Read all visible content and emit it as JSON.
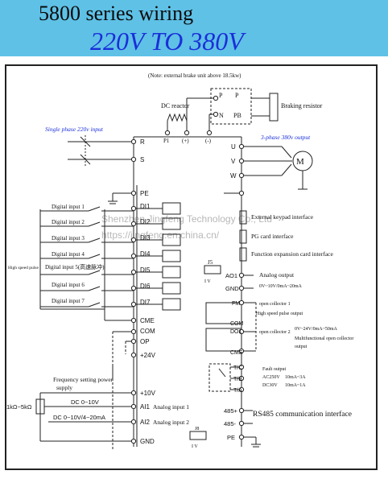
{
  "title_line1": "5800 series wiring",
  "title_line2": "220V TO 380V",
  "note": "(Note: external brake unit above 18.5kw)",
  "dc_reactor": "DC reactor",
  "braking_resistor": "Braking resistor",
  "single_phase_input": "Single phase 220v input",
  "three_phase_output": "3-phase 380v output",
  "watermark_line1": "Shenzhen Jingfeng Technology Co., Ltd",
  "watermark_line2": "https://jingfeng.en.china.cn/",
  "terminals": {
    "P_top": "P",
    "P_right": "P",
    "N": "N",
    "PB": "PB",
    "P1": "P1",
    "plus": "(+)",
    "minus": "(-)",
    "R": "R",
    "S": "S",
    "U": "U",
    "V": "V",
    "W": "W",
    "PE": "PE",
    "DI1": "DI1",
    "DI2": "DI2",
    "DI3": "DI3",
    "DI4": "DI4",
    "DI5": "DI5",
    "DI6": "DI6",
    "DI7": "DI7",
    "CME1": "CME",
    "COM1": "COM",
    "OP": "OP",
    "plus24": "+24V",
    "plus10": "+10V",
    "AI1": "AI1",
    "AI2": "AI2",
    "GND1": "GND",
    "AO1": "AO1",
    "GND2": "GND",
    "FM": "FM",
    "COM2": "COM",
    "DO1": "DO1",
    "CME2": "CME",
    "TC": "T/C",
    "TB": "T/B",
    "TA": "T/A",
    "p485": "485+",
    "m485": "485-",
    "PE2": "PE"
  },
  "digital_inputs": [
    "Digital input  1",
    "Digital input  2",
    "Digital input  3",
    "Digital input  4",
    "Digital input  5(高速脉冲)",
    "Digital input  6",
    "Digital input  7"
  ],
  "high_speed_pulse": "High speed pulse",
  "freq_power_line1": "Frequency setting power",
  "freq_power_line2": "supply",
  "pot": "1kΩ~5kΩ",
  "dc_0_10": "DC 0~10V",
  "dc_0_10_4_20": "DC 0~10V/4~20mA",
  "analog_input1": "Analog input 1",
  "analog_input2": "Analog input 2",
  "j5": "J5",
  "j8": "J8",
  "jumper_iv": "I   V",
  "keypad": "External keypad interface",
  "pg_card": "PG card interface",
  "func_card": "Function expansion card interface",
  "analog_output": "Analog output",
  "analog_output_range": "0V~10V/0mA~20mA",
  "open_collector1": "open collector 1",
  "hs_pulse_output": "High speed pulse output",
  "open_collector2": "open collector 2",
  "oc_range": "0V~24V/0mA~50mA",
  "oc_multi_line1": "Multifunctional open collector",
  "oc_multi_line2": "output",
  "fault_output": "Fault output",
  "fault_ac": "AC250V",
  "fault_ac_i": "10mA~3A",
  "fault_dc": "DC30V",
  "fault_dc_i": "10mA~1A",
  "rs485": "RS485 communication interface",
  "motor": "M"
}
